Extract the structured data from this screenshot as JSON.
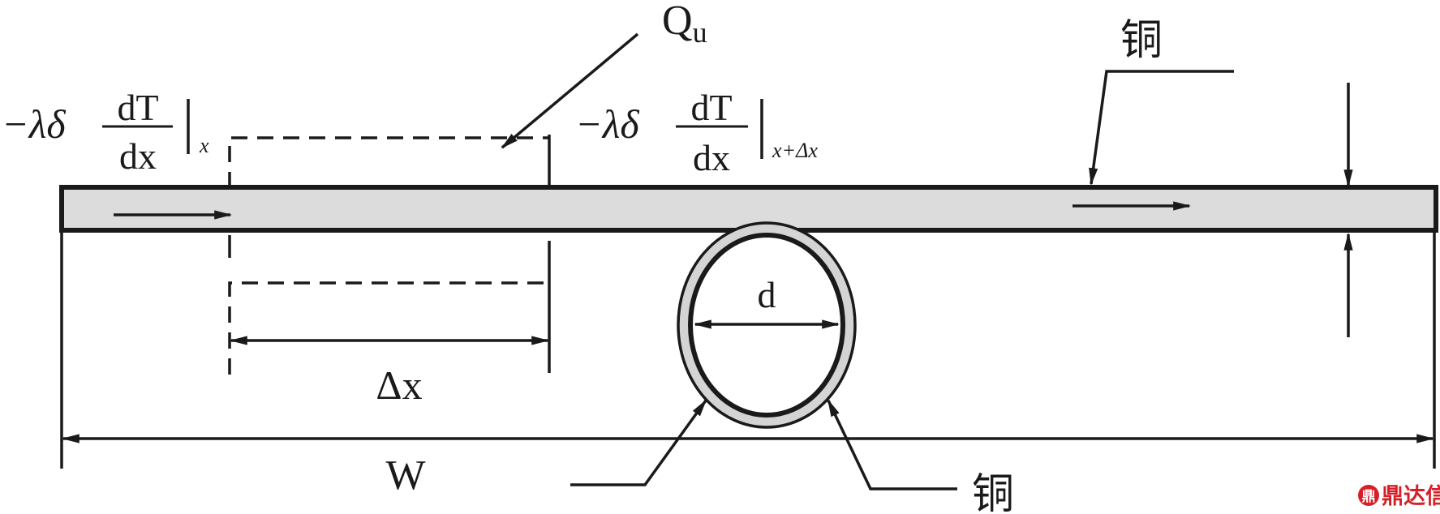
{
  "labels": {
    "qu_main": "Q",
    "qu_sub": "u",
    "copper_top": "铜",
    "copper_bottom": "铜",
    "diameter": "d",
    "delta_x": "Δx",
    "width": "W"
  },
  "flux_left": {
    "prefix": "−λδ",
    "numerator": "dT",
    "denominator": "dx",
    "subscript": "x"
  },
  "flux_right": {
    "prefix": "−λδ",
    "numerator": "dT",
    "denominator": "dx",
    "subscript": "x+Δx"
  },
  "watermark": {
    "text": "鼎达信",
    "badge": "鼎"
  },
  "colors": {
    "stroke": "#1a1a1a",
    "plate_fill": "#dcdcdc",
    "tube_fill": "#d4d4d4",
    "watermark": "#d61f26"
  }
}
